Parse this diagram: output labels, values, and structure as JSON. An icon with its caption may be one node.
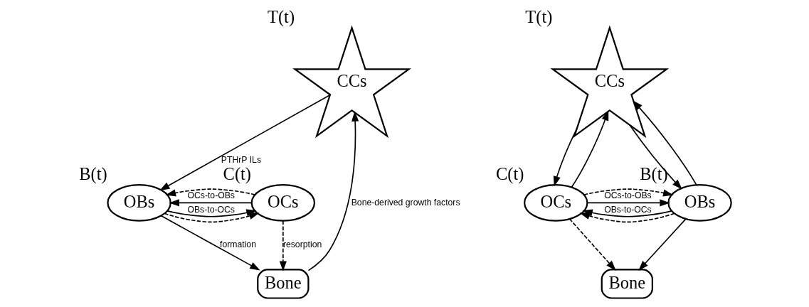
{
  "diagram": {
    "nodes": [
      {
        "text": [
          "CCs"
        ],
        "beside": [
          "T(t)"
        ]
      },
      {
        "text": [
          "Bone"
        ]
      },
      {
        "text": [
          "OCs"
        ],
        "beside": [
          "C(t)"
        ]
      },
      {
        "text": [
          "OBs"
        ],
        "beside": [
          "B(t)"
        ]
      },
      {
        "text": [
          "CCs"
        ],
        "beside": [
          "T(t)"
        ]
      },
      {
        "text": [
          "Bone"
        ]
      },
      {
        "text": [
          "OCs"
        ],
        "beside": [
          "C(t)"
        ]
      },
      {
        "text": [
          "OBs"
        ],
        "beside": [
          "B(t)"
        ]
      }
    ],
    "edges": [
      {
        "from": 1,
        "to": 0,
        "arrow": "to",
        "label": "Bone-derived growth factors"
      },
      {
        "from": 0,
        "to": 3,
        "arrow": "to",
        "label": "PTHrP ILs"
      },
      {
        "from": 2,
        "to": 1,
        "arrow": "to",
        "style": "dashed",
        "label": "resorption"
      },
      {
        "from": 3,
        "to": 1,
        "arrow": "to",
        "label": "formation"
      },
      {
        "from": 2,
        "to": 3,
        "arrow": "to",
        "label": "OCs-to-OBs"
      },
      {
        "from": 2,
        "to": 3,
        "arrow": "to",
        "style": "dashed"
      },
      {
        "from": 3,
        "to": 2,
        "arrow": "to",
        "style": "dashed"
      },
      {
        "from": 3,
        "to": 2,
        "arrow": "to",
        "label": "OBs-to-OCs"
      },
      {
        "from": 6,
        "to": 4,
        "arrow": "to"
      },
      {
        "from": 4,
        "to": 6,
        "arrow": "to"
      },
      {
        "from": 7,
        "to": 4,
        "arrow": "to"
      },
      {
        "from": 4,
        "to": 7,
        "arrow": "to"
      },
      {
        "from": 6,
        "to": 5,
        "arrow": "to",
        "style": "dashed"
      },
      {
        "from": 7,
        "to": 5,
        "arrow": "to"
      },
      {
        "from": 6,
        "to": 7,
        "arrow": "to",
        "label": "OCs-to-OBs"
      },
      {
        "from": 6,
        "to": 7,
        "arrow": "to",
        "style": "dashed"
      },
      {
        "from": 7,
        "to": 6,
        "arrow": "to",
        "style": "dashed"
      },
      {
        "from": 7,
        "to": 6,
        "arrow": "to",
        "label": "OBs-to-OCs"
      }
    ]
  }
}
